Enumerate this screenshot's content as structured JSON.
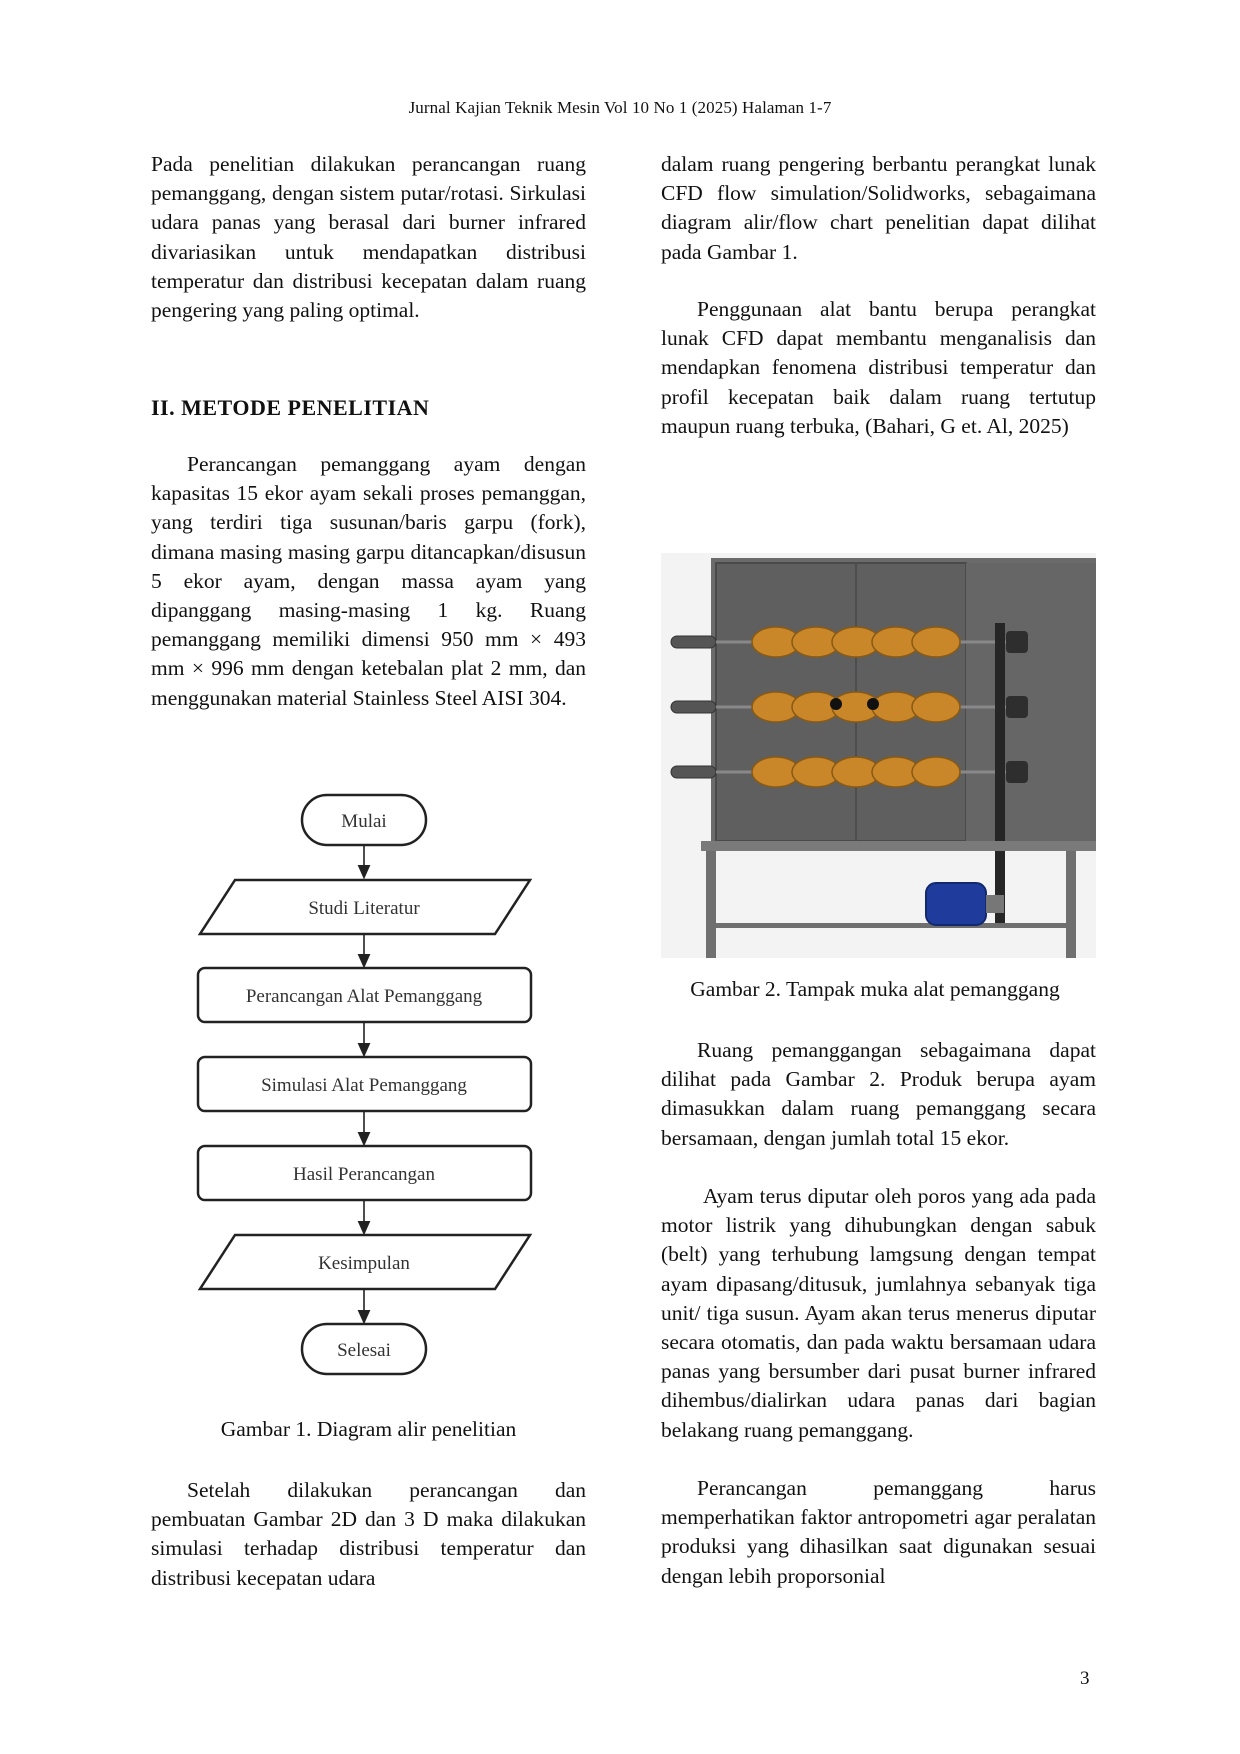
{
  "header": "Jurnal Kajian Teknik Mesin Vol  10  No 1 (2025) Halaman 1-7",
  "left_col": {
    "p1": "Pada penelitian dilakukan perancangan ruang pemanggang, dengan sistem putar/rotasi. Sirkulasi udara panas yang berasal dari burner infrared divariasikan untuk mendapatkan distribusi temperatur dan distribusi kecepatan dalam ruang pengering yang paling optimal.",
    "heading": "II.  METODE PENELITIAN",
    "p2": "Perancangan pemanggang ayam dengan kapasitas 15 ekor ayam sekali proses pemanggan, yang terdiri tiga susunan/baris garpu (fork), dimana masing masing garpu ditancapkan/disusun 5 ekor ayam, dengan massa ayam yang dipanggang masing-masing 1 kg. Ruang pemanggang memiliki dimensi 950 mm × 493 mm × 996 mm dengan ketebalan plat 2 mm, dan menggunakan material Stainless Steel AISI 304.",
    "p3": "Setelah dilakukan perancangan dan pembuatan Gambar 2D dan 3 D maka dilakukan simulasi terhadap distribusi temperatur dan distribusi kecepatan udara"
  },
  "flowchart": {
    "steps": [
      "Mulai",
      "Studi Literatur",
      "Perancangan Alat Pemanggang",
      "Simulasi Alat Pemanggang",
      "Hasil Perancangan",
      "Kesimpulan",
      "Selesai"
    ]
  },
  "caption1": "Gambar 1. Diagram alir penelitian",
  "right_col": {
    "p1": "dalam ruang pengering berbantu perangkat lunak CFD flow simulation/Solidworks, sebagaimana diagram alir/flow chart penelitian dapat dilihat pada Gambar 1.",
    "p2": "Penggunaan alat bantu berupa perangkat lunak CFD dapat membantu menganalisis dan mendapkan fenomena distribusi temperatur dan profil kecepatan baik dalam ruang tertutup maupun ruang terbuka, (Bahari, G et. Al, 2025)",
    "p3": "Ruang pemanggangan sebagaimana dapat dilihat pada Gambar 2. Produk berupa ayam dimasukkan dalam ruang pemanggang secara bersamaan, dengan jumlah total 15 ekor.",
    "p4": "Ayam terus diputar oleh poros yang ada pada motor listrik yang dihubungkan dengan sabuk (belt) yang terhubung lamgsung dengan tempat ayam dipasang/ditusuk, jumlahnya  sebanyak tiga unit/ tiga susun. Ayam akan terus menerus diputar secara otomatis, dan pada waktu bersamaan udara panas yang bersumber dari pusat burner infrared dihembus/dialirkan udara panas dari bagian belakang ruang pemanggang.",
    "p5": "Perancangan pemanggang harus memperhatikan faktor antropometri agar peralatan produksi yang dihasilkan saat digunakan sesuai dengan lebih proporsonial"
  },
  "caption2": "Gambar 2. Tampak muka alat pemanggang",
  "page_number": "3"
}
